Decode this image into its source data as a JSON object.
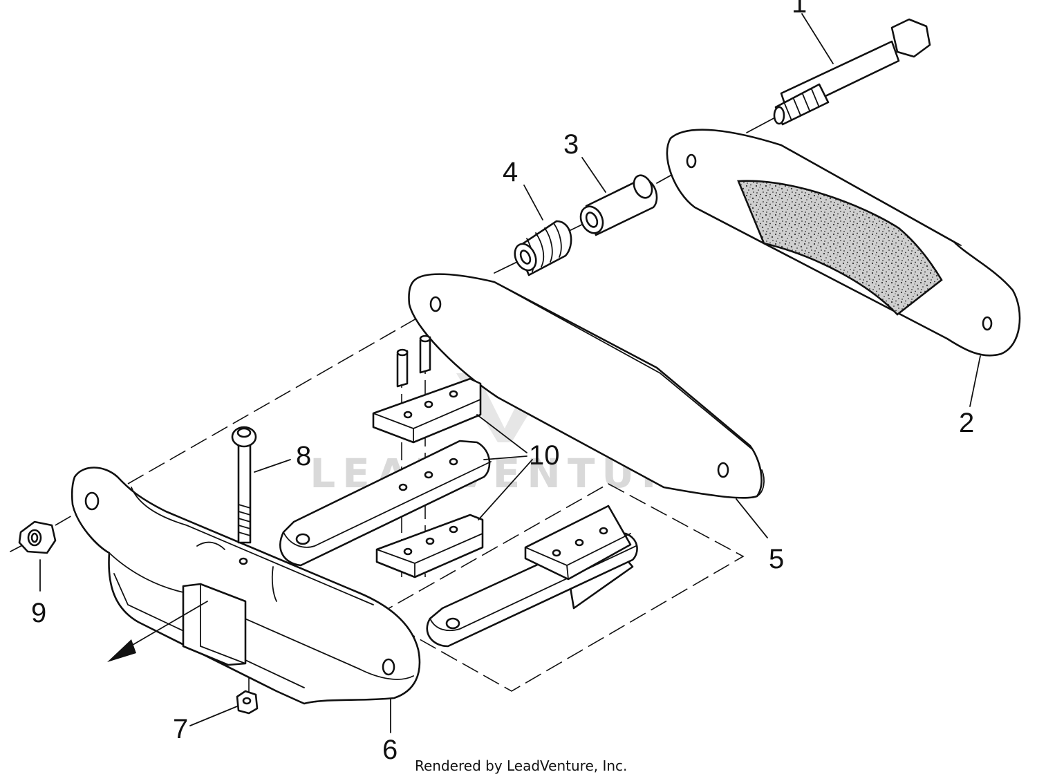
{
  "callouts": {
    "c1": "1",
    "c2": "2",
    "c3": "3",
    "c4": "4",
    "c5": "5",
    "c6": "6",
    "c7": "7",
    "c8": "8",
    "c9": "9",
    "c10": "10"
  },
  "watermark": "LEADVENTURE",
  "credit": "Rendered by LeadVenture, Inc."
}
